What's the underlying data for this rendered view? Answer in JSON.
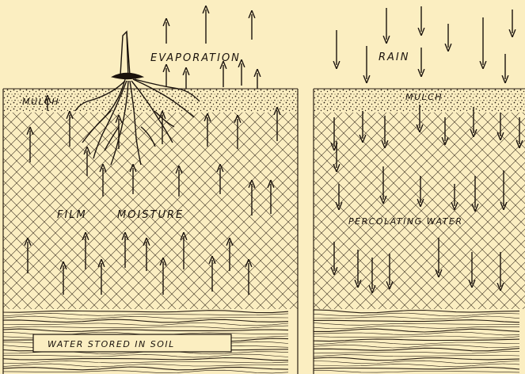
{
  "colors": {
    "paper": "#fbeec1",
    "ink": "#2a1f14"
  },
  "left_panel": {
    "evaporation_label": "EVAPORATION",
    "mulch_label": "MULCH",
    "film_label": "FILM",
    "moisture_label": "MOISTURE",
    "water_label": "WATER STORED IN SOIL",
    "arrow_direction": "up"
  },
  "right_panel": {
    "rain_label": "RAIN",
    "mulch_label": "MULCH",
    "percolating_label": "PERCOLATING WATER",
    "arrow_direction": "down"
  },
  "icons": {
    "plant": "plant-with-roots-icon"
  }
}
